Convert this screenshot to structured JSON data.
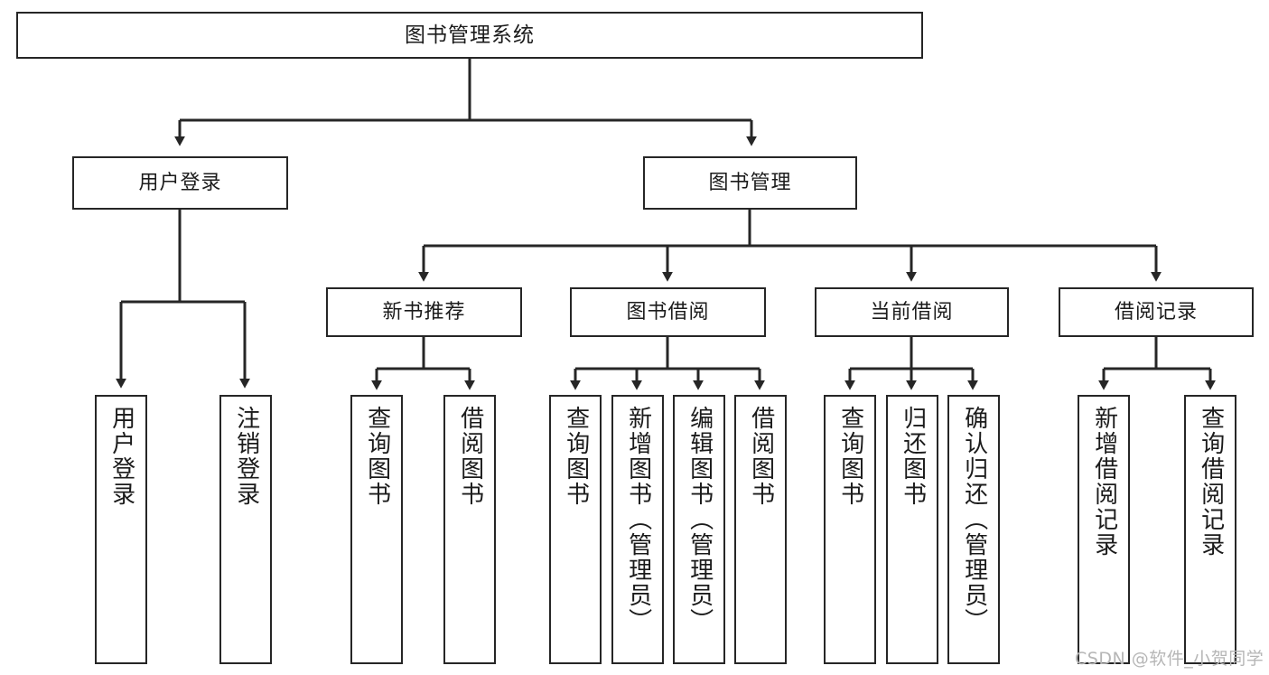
{
  "diagram": {
    "title": "图书管理系统",
    "type": "hierarchy-tree",
    "stroke_color": "#262626",
    "background_color": "#ffffff",
    "text_color": "#1b1b1b"
  },
  "nodes": {
    "root": {
      "label": "图书管理系统"
    },
    "level2": [
      {
        "label": "用户登录"
      },
      {
        "label": "图书管理"
      }
    ],
    "level3": [
      {
        "label": "新书推荐"
      },
      {
        "label": "图书借阅"
      },
      {
        "label": "当前借阅"
      },
      {
        "label": "借阅记录"
      }
    ],
    "leaves_user_login": [
      {
        "label": "用户登录"
      },
      {
        "label": "注销登录"
      }
    ],
    "leaves_new_book": [
      {
        "label": "查询图书"
      },
      {
        "label": "借阅图书"
      }
    ],
    "leaves_borrow": [
      {
        "label": "查询图书"
      },
      {
        "label": "新增图书（管理员）"
      },
      {
        "label": "编辑图书（管理员）"
      },
      {
        "label": "借阅图书"
      }
    ],
    "leaves_current": [
      {
        "label": "查询图书"
      },
      {
        "label": "归还图书"
      },
      {
        "label": "确认归还（管理员）"
      }
    ],
    "leaves_record": [
      {
        "label": "新增借阅记录"
      },
      {
        "label": "查询借阅记录"
      }
    ]
  },
  "watermark": {
    "text": "CSDN @软件_小贺同学",
    "color": "#b6b6b6"
  }
}
